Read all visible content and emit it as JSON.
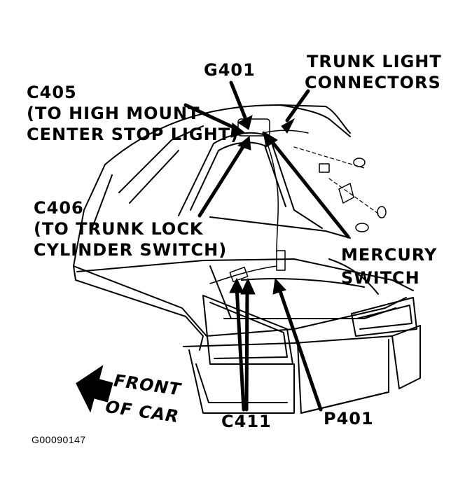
{
  "labels": {
    "g401": "G401",
    "trunk_light_1": "TRUNK LIGHT",
    "trunk_light_2": "CONNECTORS",
    "c405_1": "C405",
    "c405_2": "(TO HIGH MOUNT",
    "c405_3": "CENTER STOP LIGHT)",
    "c406_1": "C406",
    "c406_2": "(TO TRUNK LOCK",
    "c406_3": "CYLINDER SWITCH)",
    "mercury_1": "MERCURY",
    "mercury_2": "SWITCH",
    "front_1": "FRONT",
    "front_2": "OF CAR",
    "c411": "C411",
    "p401": "P401",
    "figure_id": "G00090147"
  },
  "icons": {
    "front_arrow": "left-arrow-icon"
  }
}
